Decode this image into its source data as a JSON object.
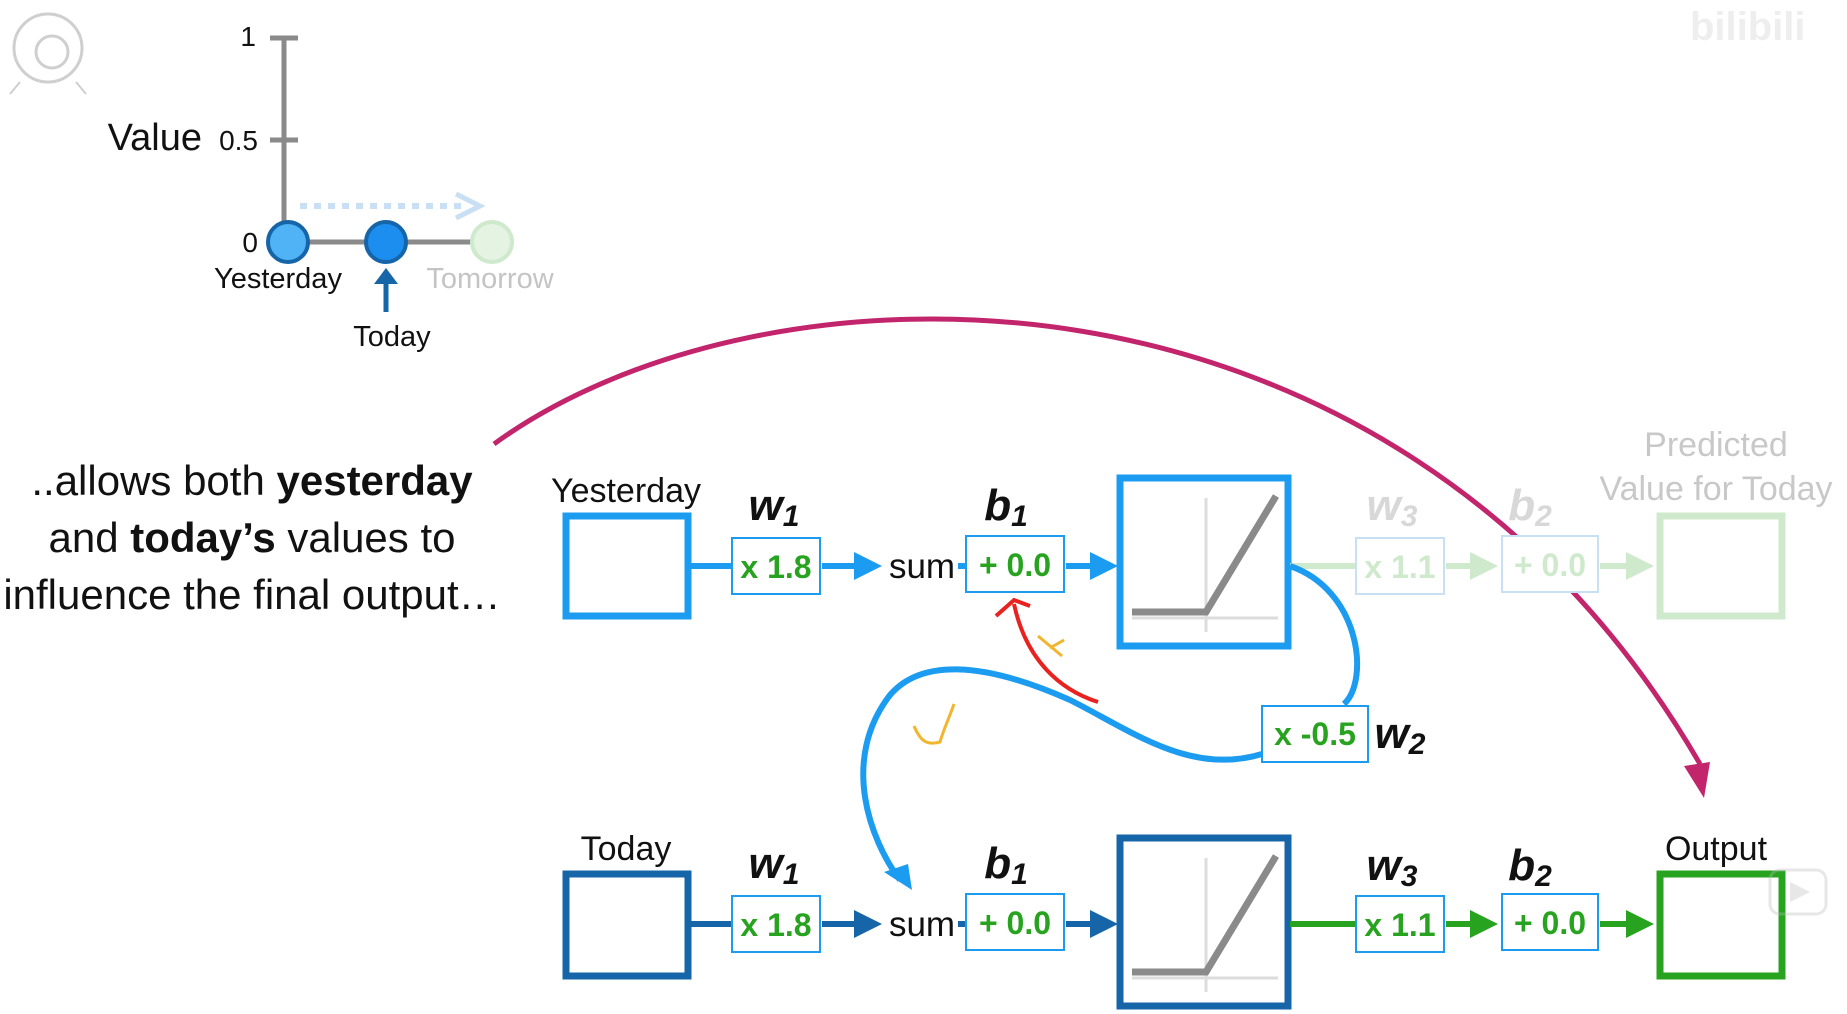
{
  "watermark": {
    "text": "bilibili"
  },
  "mini_chart": {
    "axis_label": "Value",
    "ticks": [
      "1",
      "0.5",
      "0"
    ],
    "points": [
      {
        "label": "Yesterday",
        "value": 0,
        "state": "past"
      },
      {
        "label": "Today",
        "value": 0,
        "state": "current"
      },
      {
        "label": "Tomorrow",
        "value": 0,
        "state": "future"
      }
    ],
    "today_label": "Today"
  },
  "caption": {
    "p1": "..allows both ",
    "b1": "yesterday",
    "p2": "and ",
    "b2": "today’s",
    "p3": " values to influence the final output…"
  },
  "network": {
    "top": {
      "input_label": "Yesterday",
      "w1_name": "w",
      "w1_sub": "1",
      "w1_value": "x 1.8",
      "sum_label": "sum",
      "b1_name": "b",
      "b1_sub": "1",
      "b1_value": "+ 0.0",
      "w3_name": "w",
      "w3_sub": "3",
      "w3_value": "x 1.1",
      "b2_name": "b",
      "b2_sub": "2",
      "b2_value": "+ 0.0",
      "output_label_line1": "Predicted",
      "output_label_line2": "Value for Today"
    },
    "feedback": {
      "w2_value": "x -0.5",
      "w2_name": "w",
      "w2_sub": "2"
    },
    "bottom": {
      "input_label": "Today",
      "w1_name": "w",
      "w1_sub": "1",
      "w1_value": "x 1.8",
      "sum_label": "sum",
      "b1_name": "b",
      "b1_sub": "1",
      "b1_value": "+ 0.0",
      "w3_name": "w",
      "w3_sub": "3",
      "w3_value": "x 1.1",
      "b2_name": "b",
      "b2_sub": "2",
      "b2_value": "+ 0.0",
      "output_label": "Output"
    }
  },
  "colors": {
    "blue": "#1c9cf0",
    "dark_blue": "#1665a8",
    "green": "#27a31f",
    "faded_green": "#cfe9cc",
    "faded_blue": "#c9dff3",
    "magenta": "#c2256c",
    "red": "#e8231f",
    "yellow": "#f2b52e",
    "gray": "#8a8a8a"
  }
}
